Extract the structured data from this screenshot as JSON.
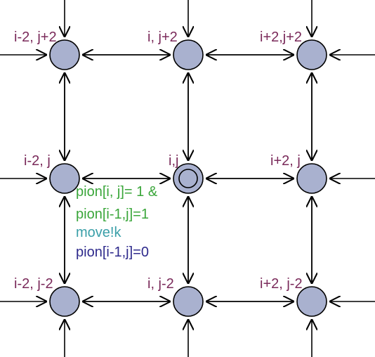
{
  "colors": {
    "node_fill": "#a9b1cf",
    "node_stroke": "#000000",
    "edge": "#000000",
    "label": "#7a2a5a",
    "guard": "#3aa63a",
    "sync": "#3a9fa8",
    "update": "#2e2a8c"
  },
  "nodes": [
    {
      "id": "n00",
      "label": "i-2, j+2",
      "initial": false
    },
    {
      "id": "n10",
      "label": "i, j+2",
      "initial": false
    },
    {
      "id": "n20",
      "label": "i+2,j+2",
      "initial": false
    },
    {
      "id": "n01",
      "label": "i-2, j",
      "initial": false
    },
    {
      "id": "n11",
      "label": "i,j",
      "initial": true
    },
    {
      "id": "n21",
      "label": "i+2, j",
      "initial": false
    },
    {
      "id": "n02",
      "label": "i-2, j-2",
      "initial": false
    },
    {
      "id": "n12",
      "label": "i, j-2",
      "initial": false
    },
    {
      "id": "n22",
      "label": "i+2, j-2",
      "initial": false
    }
  ],
  "transition": {
    "guard_line1": "pion[i, j]= 1 &",
    "guard_line2": "pion[i-1,j]=1",
    "sync": "move!k",
    "update": "pion[i-1,j]=0"
  }
}
